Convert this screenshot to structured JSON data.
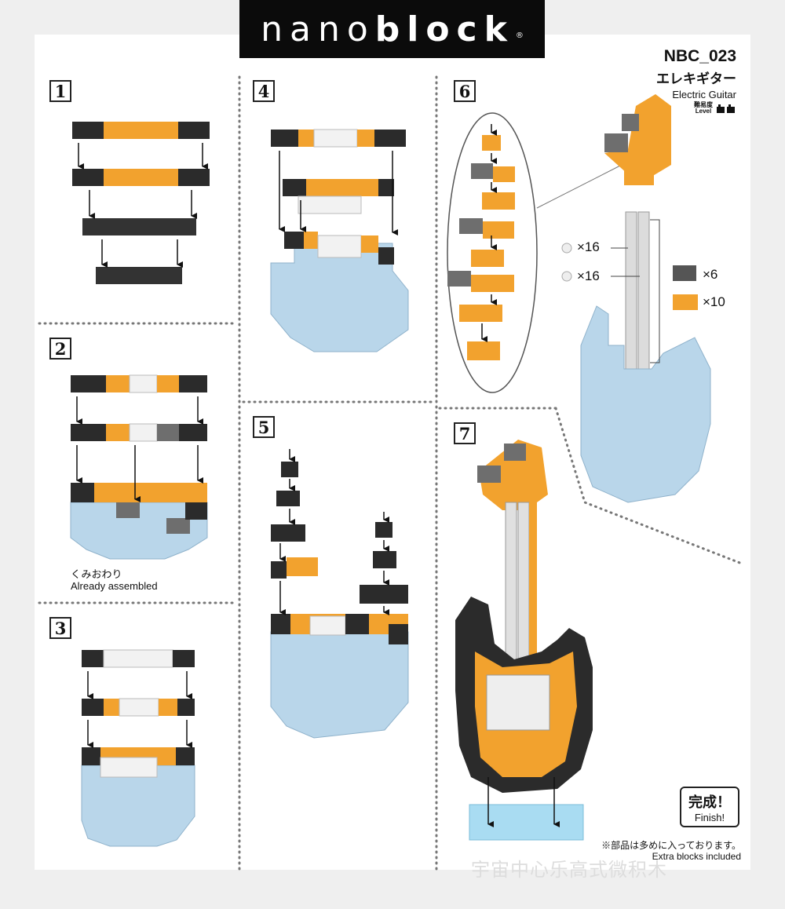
{
  "logo": {
    "light": "nano",
    "bold": "block",
    "reg": "®"
  },
  "header": {
    "code": "NBC_023",
    "title_jp": "エレキギター",
    "title_en": "Electric Guitar",
    "level_jp": "難易度",
    "level_en": "Level"
  },
  "steps": [
    "1",
    "2",
    "3",
    "4",
    "5",
    "6",
    "7"
  ],
  "step2_note": {
    "jp": "くみおわり",
    "en": "Already assembled"
  },
  "step6_counts": {
    "pin_a": "×16",
    "pin_b": "×16",
    "dark": "×6",
    "orange": "×10"
  },
  "finish": {
    "jp": "完成！",
    "en": "Finish!"
  },
  "extra": {
    "jp": "※部品は多めに入っております。",
    "en": "Extra blocks included"
  },
  "watermark": "宇宙中心乐高式微积木",
  "colors": {
    "orange": "#f2a22e",
    "dark": "#2b2b2b",
    "gray": "#6e6e6e",
    "light_blue": "#b9d6ea",
    "white": "#f2f2f2",
    "ice": "#a9dcf2"
  }
}
